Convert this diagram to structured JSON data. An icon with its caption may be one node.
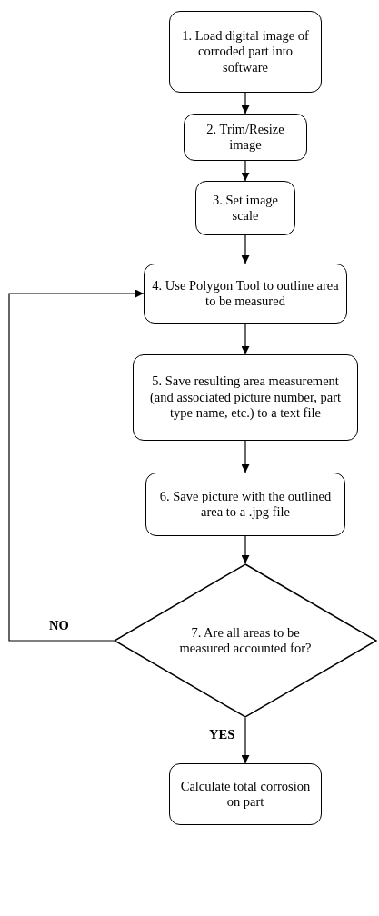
{
  "diagram": {
    "nodes": [
      {
        "text": [
          "1. Load digital image of corroded part into software"
        ]
      },
      {
        "text": [
          "2. Trim/Resize image"
        ]
      },
      {
        "text": [
          "3. Set image scale"
        ]
      },
      {
        "text": [
          "4. Use Polygon Tool to outline area to be measured"
        ]
      },
      {
        "text": [
          "5. Save resulting area measurement (and associated picture number, part type name, etc.) to a text file"
        ]
      },
      {
        "text": [
          "6. Save picture with the outlined area to a .jpg file"
        ]
      },
      {
        "text": [
          "7. Are all areas to be measured accounted for?"
        ]
      },
      {
        "text": [
          "Calculate total corrosion on part"
        ]
      }
    ],
    "edges": [
      {
        "from": 0,
        "to": 1,
        "arrow": "to"
      },
      {
        "from": 1,
        "to": 2,
        "arrow": "to"
      },
      {
        "from": 2,
        "to": 3,
        "arrow": "to"
      },
      {
        "from": 3,
        "to": 4,
        "arrow": "to"
      },
      {
        "from": 4,
        "to": 5,
        "arrow": "to"
      },
      {
        "from": 5,
        "to": 6,
        "arrow": "to"
      },
      {
        "from": 6,
        "to": 3,
        "arrow": "to",
        "label": "NO"
      },
      {
        "from": 6,
        "to": 7,
        "arrow": "to",
        "label": "YES"
      }
    ]
  }
}
